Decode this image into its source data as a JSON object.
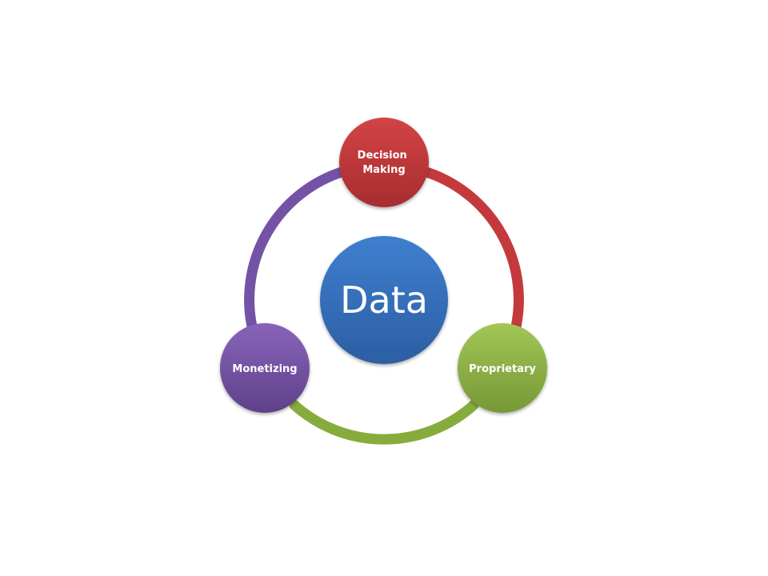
{
  "center": {
    "label": "Data",
    "color": "#3a6fb8"
  },
  "nodes": [
    {
      "id": "decision-making",
      "lines": [
        "Decision",
        "Making"
      ],
      "color": "#c0393b"
    },
    {
      "id": "proprietary",
      "lines": [
        "Proprietary"
      ],
      "color": "#8eb044"
    },
    {
      "id": "monetizing",
      "lines": [
        "Monetizing"
      ],
      "color": "#7352a3"
    }
  ],
  "arcs": [
    {
      "from": "decision-making",
      "to": "proprietary",
      "color": "#c43a3c"
    },
    {
      "from": "proprietary",
      "to": "monetizing",
      "color": "#86ac3e"
    },
    {
      "from": "monetizing",
      "to": "decision-making",
      "color": "#7453a6"
    }
  ]
}
